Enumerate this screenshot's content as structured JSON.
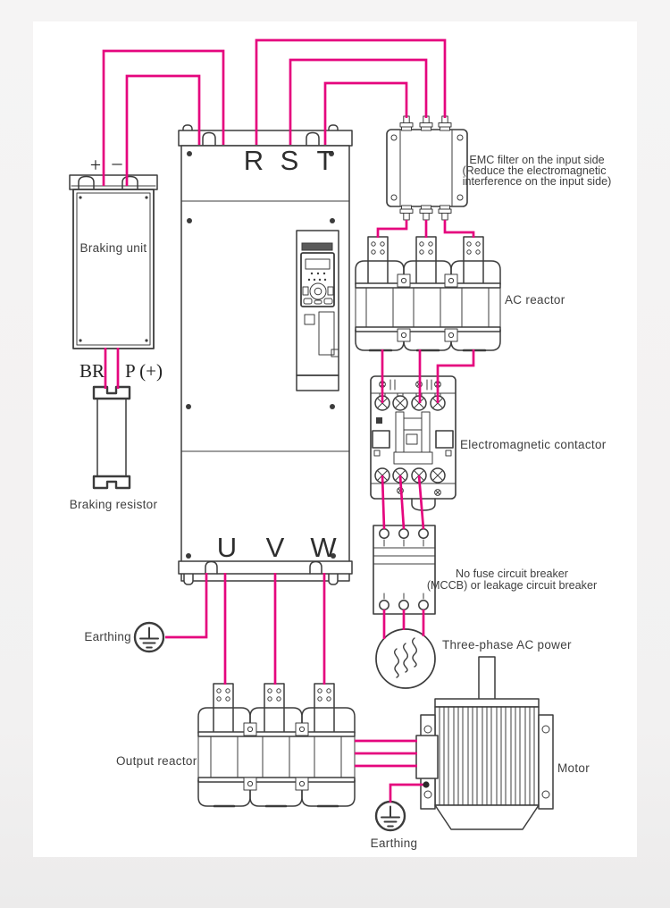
{
  "colors": {
    "wire": "#e5067e",
    "line_art": "#3c3c3c",
    "label_text": "#3f3f3f",
    "page": "#ffffff",
    "backdrop": "#f2f1f1"
  },
  "braking_unit": {
    "label": "Braking unit",
    "plus": "+",
    "minus": "–",
    "terminal_br": "BR",
    "terminal_p": "P (+)"
  },
  "braking_resistor": {
    "label": "Braking resistor"
  },
  "inverter": {
    "input_terminals": [
      "R",
      "S",
      "T"
    ],
    "output_terminals": [
      "U",
      "V",
      "W"
    ]
  },
  "emc_filter": {
    "caption_line1": "EMC filter on the input side",
    "caption_line2": "(Reduce the electromagnetic",
    "caption_line3": "interference on the input side)"
  },
  "ac_reactor": {
    "label": "AC reactor"
  },
  "contactor": {
    "label": "Electromagnetic contactor"
  },
  "circuit_breaker": {
    "caption_line1": "No fuse circuit breaker",
    "caption_line2": "(MCCB) or leakage circuit breaker"
  },
  "power_source": {
    "label": "Three-phase AC power"
  },
  "earthing_inverter": {
    "label": "Earthing"
  },
  "earthing_motor": {
    "label": "Earthing"
  },
  "output_reactor": {
    "label": "Output reactor"
  },
  "motor": {
    "label": "Motor"
  }
}
